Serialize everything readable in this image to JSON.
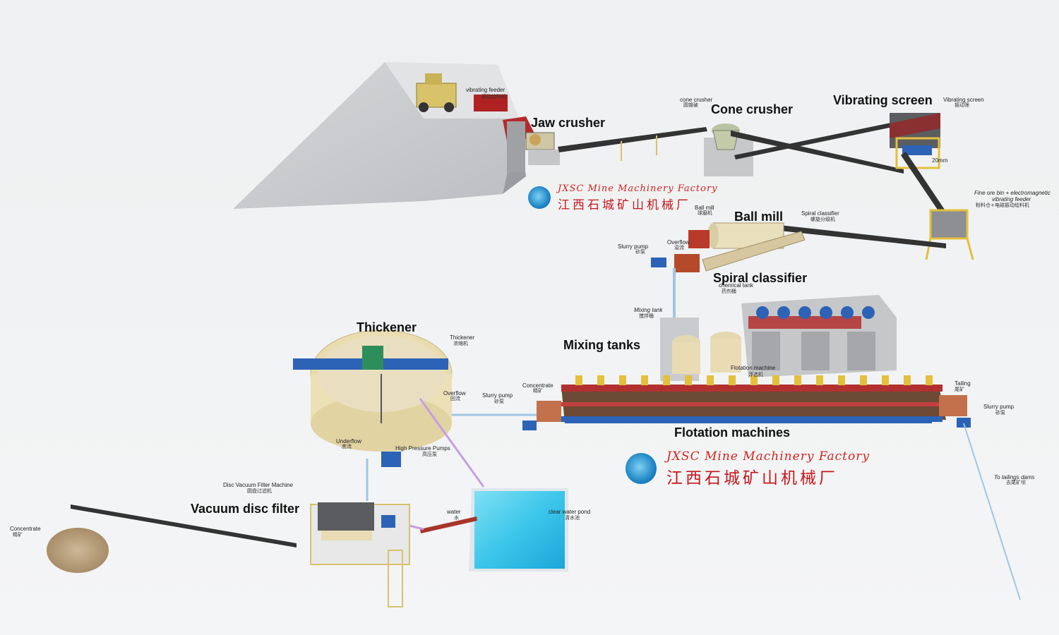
{
  "stations": {
    "vibrating_feeder": {
      "en": "vibrating feeder",
      "cn": "振动给料机"
    },
    "jaw_crusher": {
      "title": "Jaw crusher"
    },
    "cone_crusher": {
      "title": "Cone crusher",
      "en": "cone crusher",
      "cn": "圆锥破"
    },
    "vibrating_screen": {
      "title": "Vibrating screen",
      "en": "Vibrating screen",
      "cn": "振动筛"
    },
    "mesh_size": "20mm",
    "fine_ore_bin": {
      "en_1": "Fine ore bin + electromagnetic",
      "en_2": "vibrating feeder",
      "cn": "粉料仓+电磁振动给料机"
    },
    "ball_mill": {
      "title": "Ball mill",
      "en": "Ball mill",
      "cn": "球磨机"
    },
    "spiral_classifier": {
      "title": "Spiral classifier",
      "en": "Spiral classifier",
      "cn": "螺旋分级机"
    },
    "overflow_top": {
      "en": "Overflow",
      "cn": "溢流"
    },
    "slurry_pump_top": {
      "en": "Slurry pump",
      "cn": "砂泵"
    },
    "chemical_tank": {
      "en": "chemical tank",
      "cn": "药剂桶"
    },
    "mixing_tank": {
      "en": "Mixing tank",
      "cn": "搅拌桶"
    },
    "mixing_tanks": {
      "title": "Mixing tanks"
    },
    "flotation_machine_small": {
      "en": "Flotation machine",
      "cn": "浮选机"
    },
    "flotation_machines": {
      "title": "Flotation machines"
    },
    "concentrate_flot": {
      "en": "Concentrate",
      "cn": "精矿"
    },
    "slurry_pump_mid": {
      "en": "Slurry pump",
      "cn": "砂泵"
    },
    "tailing": {
      "en": "Tailing",
      "cn": "尾矿"
    },
    "slurry_pump_right": {
      "en": "Slurry pump",
      "cn": "砂泵"
    },
    "tailings_dams": {
      "en": "To tailings dams",
      "cn": "去尾矿坝"
    },
    "thickener": {
      "title": "Thickener",
      "en": "Thickener",
      "cn": "浓缩机"
    },
    "overflow_thickener": {
      "en": "Overflow",
      "cn": "回流"
    },
    "underflow": {
      "en": "Underflow",
      "cn": "底流"
    },
    "high_pressure_pumps": {
      "en": "High Pressure Pumps",
      "cn": "高压泵"
    },
    "disc_filter": {
      "title": "Vacuum disc filter",
      "en": "Disc Vacuum Filter Machine",
      "cn": "圆盘过滤机"
    },
    "water": {
      "en": "water",
      "cn": "水"
    },
    "clear_water_pond": {
      "en": "clear water pond",
      "cn": "清水池"
    },
    "concentrate_pile": {
      "en": "Concentrate",
      "cn": "精矿"
    }
  },
  "brand": {
    "en": "JXSC Mine Machinery Factory",
    "zh": "江西石城矿山机械厂"
  },
  "colors": {
    "brand_red": "#d4221c",
    "equipment_blue": "#2c63b6",
    "water_cyan": "#3fc7ea",
    "frame_yellow": "#e7c63a"
  }
}
